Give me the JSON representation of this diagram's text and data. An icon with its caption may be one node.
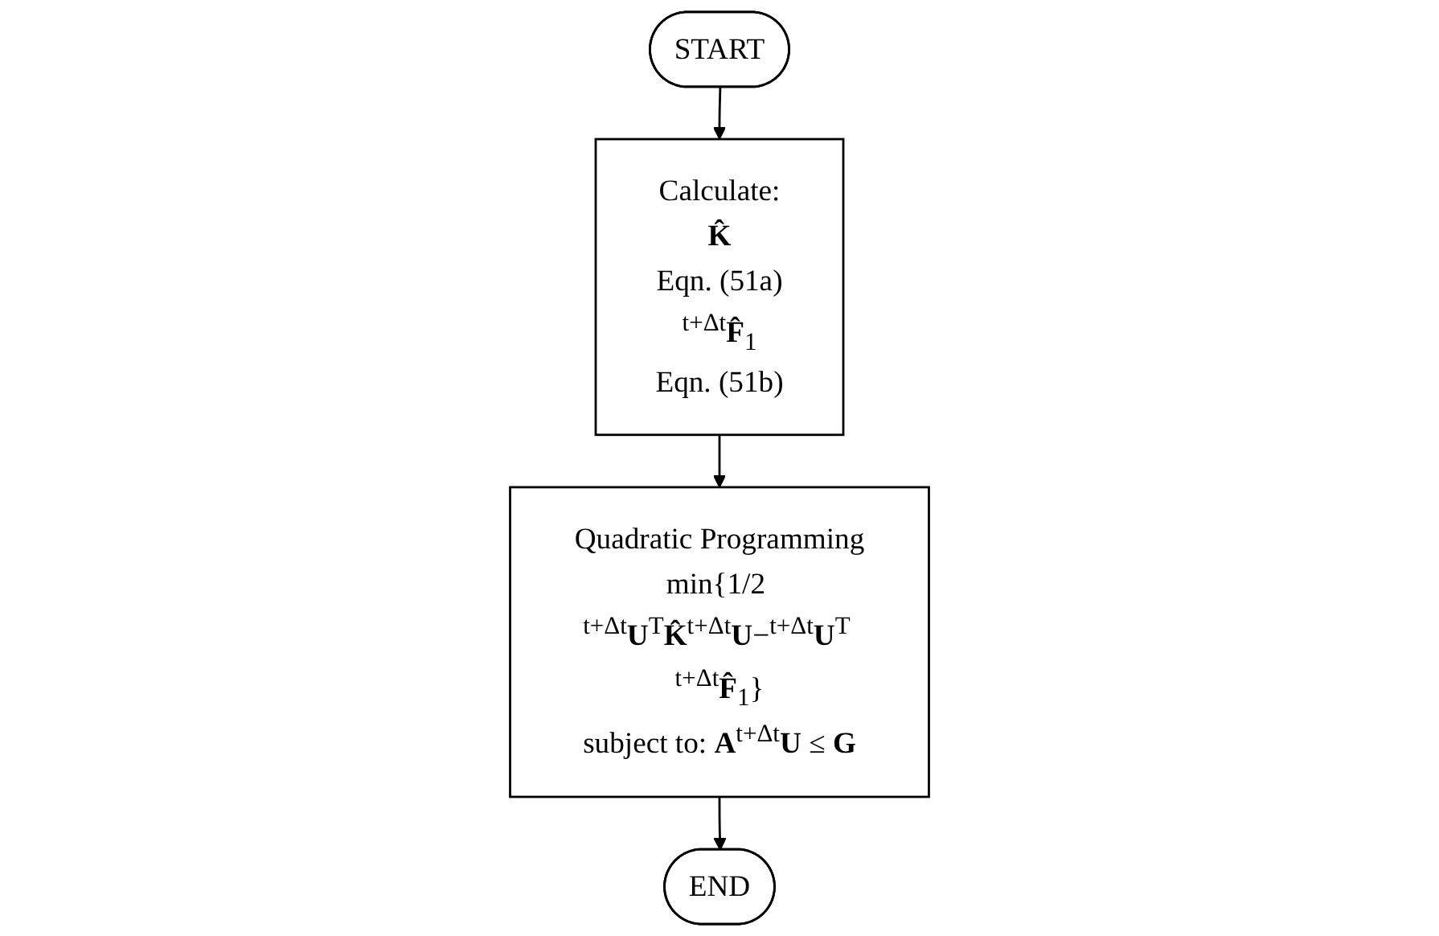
{
  "diagram": {
    "nodes": [
      {
        "text": [
          "START"
        ]
      },
      {
        "text": [
          "Calculate:",
          "K̂",
          "Eqn. (51a)",
          "$^{t+Δt}$**F̂**$_{1}$",
          "Eqn. (51b)"
        ]
      },
      {
        "text": [
          "Quadratic Programming",
          "min{1/2 $^{t+Δt}$**U**$^{T}$**K̂**$^{t+Δt}$**U**−$^{t+Δt}$**U**$^{T t+Δt}$**F̂**$_{1}$}",
          "subject to: **A**$^{t+Δt}$**U** ≤ **G**"
        ]
      },
      {
        "text": [
          "END"
        ]
      }
    ],
    "edges": [
      {
        "from": 0,
        "to": 1,
        "arrow": "to"
      },
      {
        "from": 1,
        "to": 2,
        "arrow": "to"
      },
      {
        "from": 2,
        "to": 3,
        "arrow": "to"
      }
    ]
  }
}
